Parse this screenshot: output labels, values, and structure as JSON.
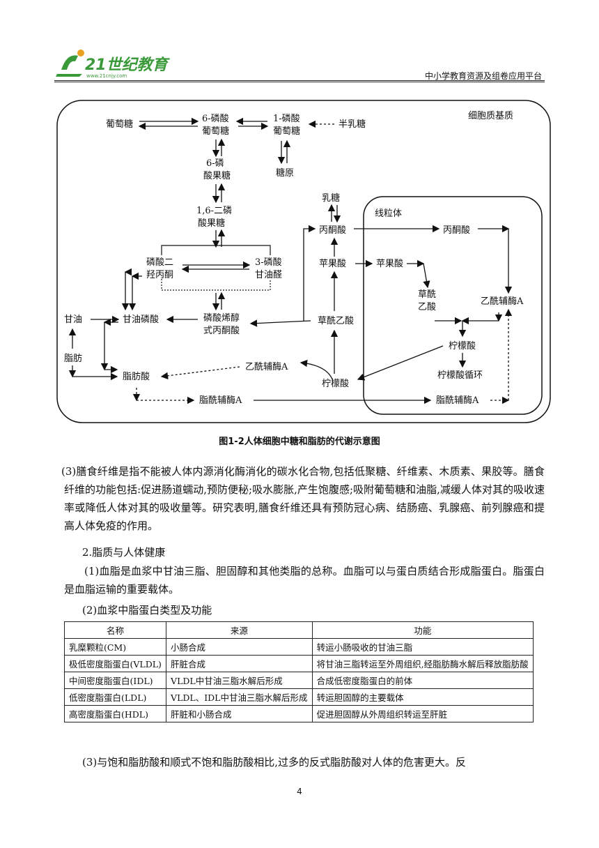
{
  "header": {
    "logo_text": "21世纪教育",
    "logo_url": "www.21cnjy.com",
    "right_text": "中小学教育资源及组卷应用平台"
  },
  "diagram": {
    "region_cytoplasm": "细胞质基质",
    "region_mito": "线粒体",
    "nodes": {
      "glucose": "葡萄糖",
      "g6p_1": "6-磷酸",
      "g6p_2": "葡萄糖",
      "g1p_1": "1-磷酸",
      "g1p_2": "葡萄糖",
      "galactose": "半乳糖",
      "glycogen": "糖原",
      "f6p_1": "6-磷",
      "f6p_2": "酸果糖",
      "f16bp_1": "1,6-二磷",
      "f16bp_2": "酸果糖",
      "dhap_1": "磷酸二",
      "dhap_2": "羟丙酮",
      "g3p_1": "3-磷酸",
      "g3p_2": "甘油醛",
      "glycerol": "甘油",
      "glycerol_p": "甘油磷酸",
      "pep_1": "磷酸烯醇",
      "pep_2": "式丙酮酸",
      "fat": "脂肪",
      "fatty_acid": "脂肪酸",
      "acetyl_coa": "乙酰辅酶A",
      "citrate": "柠檬酸",
      "oaa": "草酰乙酸",
      "malate": "苹果酸",
      "pyruvate": "丙酮酸",
      "lactate": "乳糖",
      "acyl_coa": "脂酰辅酶A",
      "m_pyruvate": "丙酮酸",
      "m_malate": "苹果酸",
      "m_oaa_1": "草酰",
      "m_oaa_2": "乙酸",
      "m_acetyl_coa": "乙酰辅酶A",
      "m_citrate": "柠檬酸",
      "m_tca": "柠檬酸循环",
      "m_acyl_coa": "脂酰辅酶A"
    }
  },
  "caption": "图1-2人体细胞中糖和脂肪的代谢示意图",
  "paragraphs": {
    "p1": "(3)膳食纤维是指不能被人体内源消化酶消化的碳水化合物,包括低聚糖、纤维素、木质素、果胶等。膳食纤维的功能包括:促进肠道蠕动,预防便秘;吸水膨胀,产生饱腹感;吸附葡萄糖和油脂,减缓人体对其的吸收速率或降低人体对其的吸收量等。研究表明,膳食纤维还具有预防冠心病、结肠癌、乳腺癌、前列腺癌和提高人体免疫的作用。",
    "p2": "2.脂质与人体健康",
    "p3": "(1)血脂是血浆中甘油三脂、胆固醇和其他类脂的总称。血脂可以与蛋白质结合形成脂蛋白。脂蛋白是血脂运输的重要载体。",
    "p4": "(2)血浆中脂蛋白类型及功能",
    "p5": "(3)与饱和脂肪酸和顺式不饱和脂肪酸相比,过多的反式脂肪酸对人体的危害更大。反"
  },
  "table": {
    "headers": [
      "名称",
      "来源",
      "功能"
    ],
    "rows": [
      [
        "乳糜颗粒(CM)",
        "小肠合成",
        "转运小肠吸收的甘油三脂"
      ],
      [
        "极低密度脂蛋白(VLDL)",
        "肝脏合成",
        "将甘油三脂转运至外周组织,经脂肪酶水解后释放脂肪酸"
      ],
      [
        "中间密度脂蛋白(IDL)",
        "VLDL中甘油三脂水解后形成",
        "合成低密度脂蛋白的前体"
      ],
      [
        "低密度脂蛋白(LDL)",
        "VLDL、IDL中甘油三脂水解后形成",
        "转运胆固醇的主要载体"
      ],
      [
        "高密度脂蛋白(HDL)",
        "肝脏和小肠合成",
        "促进胆固醇从外周组织转运至肝脏"
      ]
    ]
  },
  "page_number": "4",
  "colors": {
    "logo_green": "#3a9a3a",
    "text": "#111111"
  }
}
